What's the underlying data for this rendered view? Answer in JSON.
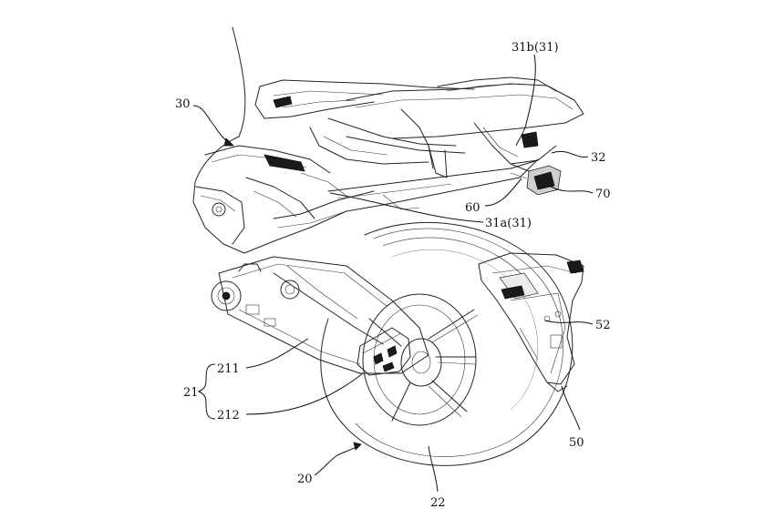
{
  "labels": {
    "l30": "30",
    "l31b": "31b(31)",
    "l32": "32",
    "l70": "70",
    "l60": "60",
    "l31a": "31a(31)",
    "l52": "52",
    "l211": "211",
    "l21": "21",
    "l212": "212",
    "l50": "50",
    "l20": "20",
    "l22": "22"
  },
  "colors": {
    "line": "#222222",
    "background": "#ffffff"
  }
}
